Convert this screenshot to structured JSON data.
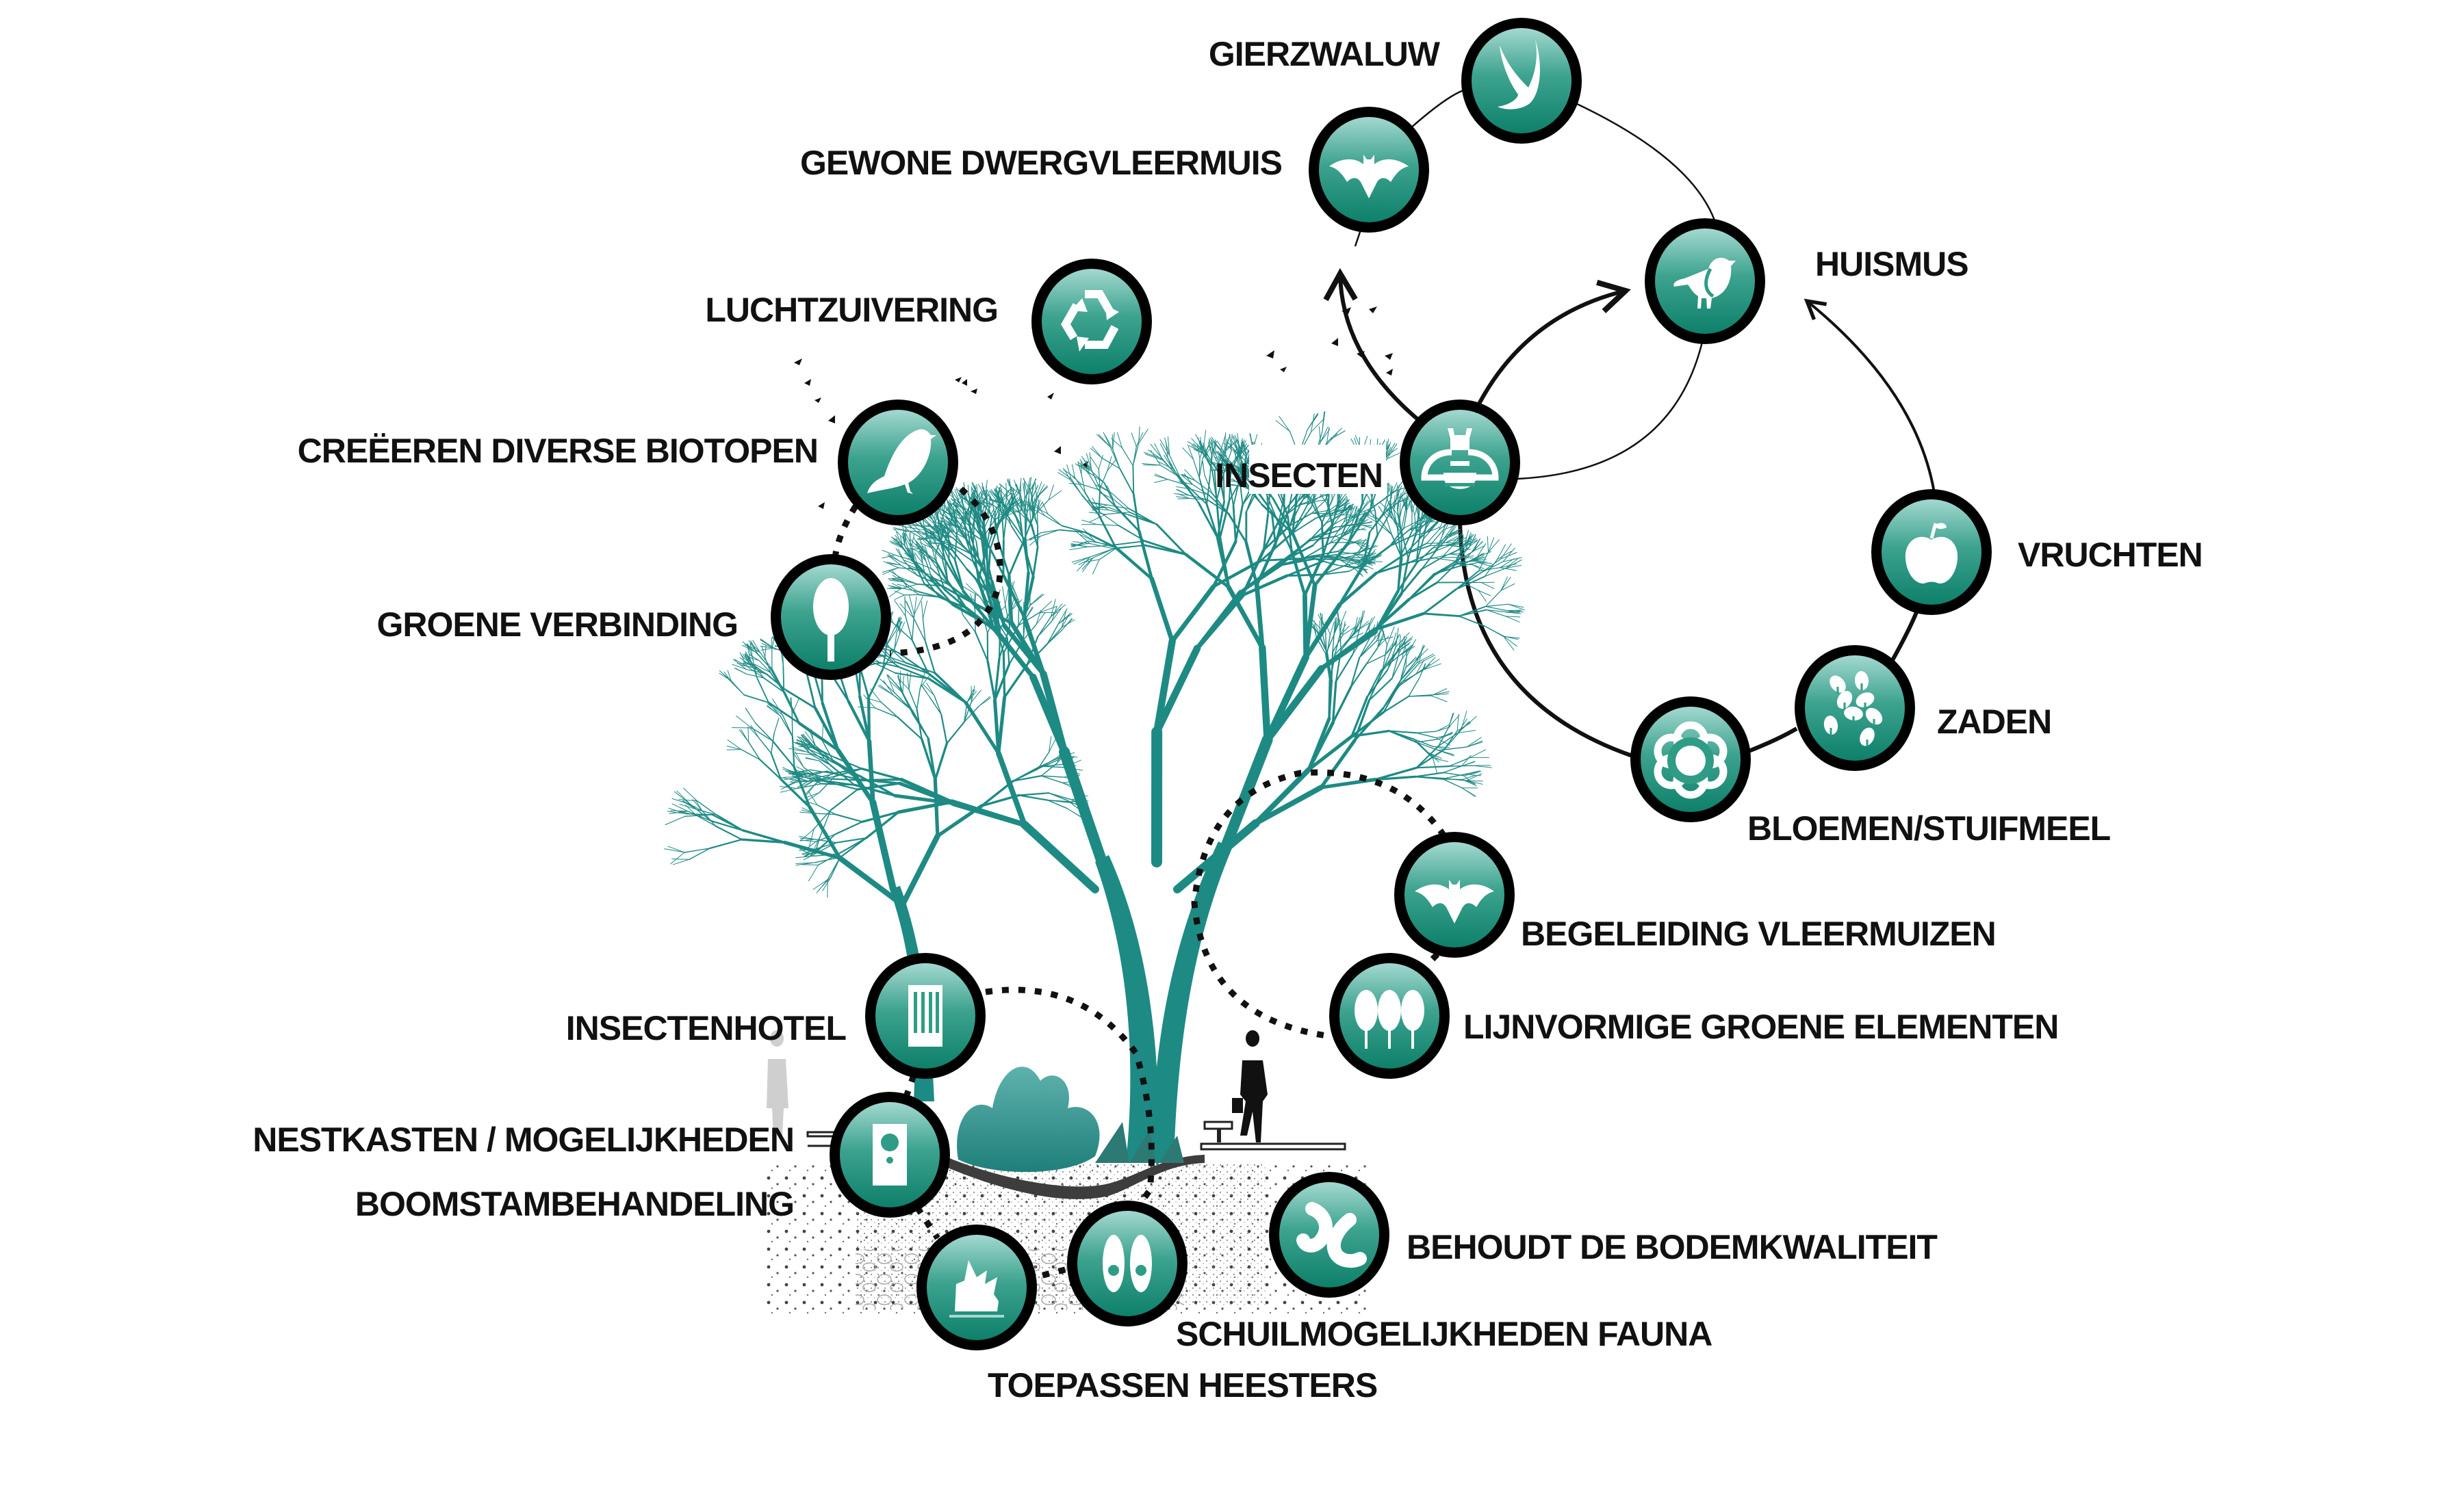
{
  "title": "Ecologische functies en voedselweb rondom bomen",
  "colors": {
    "accent_teal_light": "#a3d8cf",
    "accent_teal": "#2f9c86",
    "accent_teal_dark": "#0e806a",
    "tree_teal": "#1e8a84",
    "ring": "#000000",
    "text": "#111111"
  },
  "food_web": {
    "nodes": [
      {
        "id": "gierzwaluw",
        "label": "GIERZWALUW",
        "icon": "swift-icon"
      },
      {
        "id": "dwergvleermuis",
        "label": "GEWONE DWERGVLEERMUIS",
        "icon": "bat-icon"
      },
      {
        "id": "huismus",
        "label": "HUISMUS",
        "icon": "sparrow-icon"
      },
      {
        "id": "insecten",
        "label": "INSECTEN",
        "icon": "bee-icon"
      },
      {
        "id": "vruchten",
        "label": "VRUCHTEN",
        "icon": "apple-icon"
      },
      {
        "id": "zaden",
        "label": "ZADEN",
        "icon": "seeds-icon"
      },
      {
        "id": "bloemen",
        "label": "BLOEMEN/STUIFMEEL",
        "icon": "flower-icon"
      }
    ],
    "arrows": [
      {
        "from": "insecten",
        "to": "dwergvleermuis"
      },
      {
        "from": "insecten",
        "to": "huismus"
      },
      {
        "from": "vruchten",
        "to": "huismus"
      }
    ]
  },
  "tree_functions": [
    {
      "id": "luchtzuivering",
      "label": "LUCHTZUIVERING",
      "icon": "recycle-icon"
    },
    {
      "id": "biotopen",
      "label": "CREËEREN DIVERSE BIOTOPEN",
      "icon": "bird-icon"
    },
    {
      "id": "groene_verbinding",
      "label": "GROENE VERBINDING",
      "icon": "tree-icon"
    },
    {
      "id": "vleermuizen",
      "label": "BEGELEIDING VLEERMUIZEN",
      "icon": "bat-icon"
    },
    {
      "id": "lijnvormig",
      "label": "LIJNVORMIGE GROENE ELEMENTEN",
      "icon": "tree-row-icon"
    },
    {
      "id": "insectenhotel",
      "label": "INSECTENHOTEL",
      "icon": "insect-hotel-icon"
    },
    {
      "id": "nestkasten",
      "label": "NESTKASTEN / MOGELIJKHEDEN",
      "label2": "BOOMSTAMBEHANDELING",
      "icon": "nest-box-icon"
    },
    {
      "id": "heesters",
      "label": "TOEPASSEN HEESTERS",
      "icon": "shrub-icon"
    },
    {
      "id": "schuil",
      "label": "SCHUILMOGELIJKHEDEN FAUNA",
      "icon": "eyes-icon"
    },
    {
      "id": "bodem",
      "label": "BEHOUDT DE BODEMKWALITEIT",
      "icon": "worm-icon"
    }
  ]
}
